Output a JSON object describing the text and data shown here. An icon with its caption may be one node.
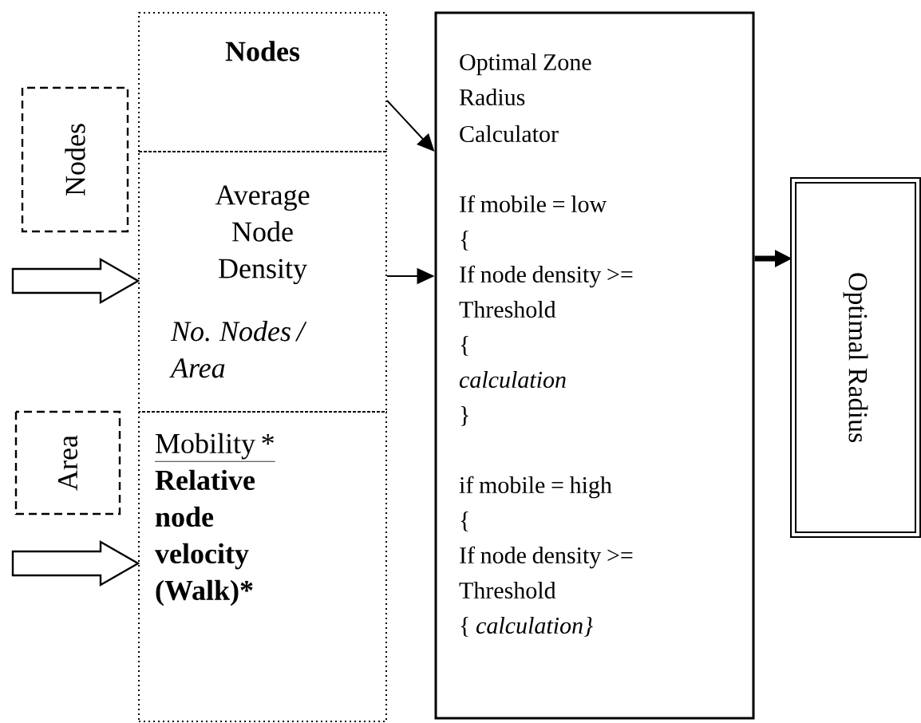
{
  "diagram": {
    "nodes": [
      {
        "text": [
          "Nodes"
        ]
      },
      {
        "text": [
          "Area"
        ]
      },
      {
        "text": [
          "Nodes"
        ]
      },
      {
        "text": [
          "Average Node Density",
          "No. Nodes / Area"
        ]
      },
      {
        "text": [
          "Mobility *",
          "Relative node velocity (Walk)*"
        ]
      },
      {
        "text": [
          "Optimal Zone Radius",
          "Calculator",
          "If mobile = low",
          "{",
          "If node density >= Threshold",
          "{",
          "calculation",
          "}",
          "if mobile = high",
          "{",
          "If node density >= Threshold",
          "{ *calculation}*"
        ]
      },
      {
        "text": [
          "Optimal Radius"
        ]
      }
    ],
    "edges": [
      {
        "from": 2,
        "to": 5,
        "arrow": "to"
      },
      {
        "from": 3,
        "to": 5,
        "arrow": "to"
      },
      {
        "from": 5,
        "to": 6,
        "arrow": "to",
        "style": "thick"
      },
      {
        "from": null,
        "to": 3,
        "arrow": "to"
      },
      {
        "from": null,
        "to": 4,
        "arrow": "to"
      }
    ]
  }
}
